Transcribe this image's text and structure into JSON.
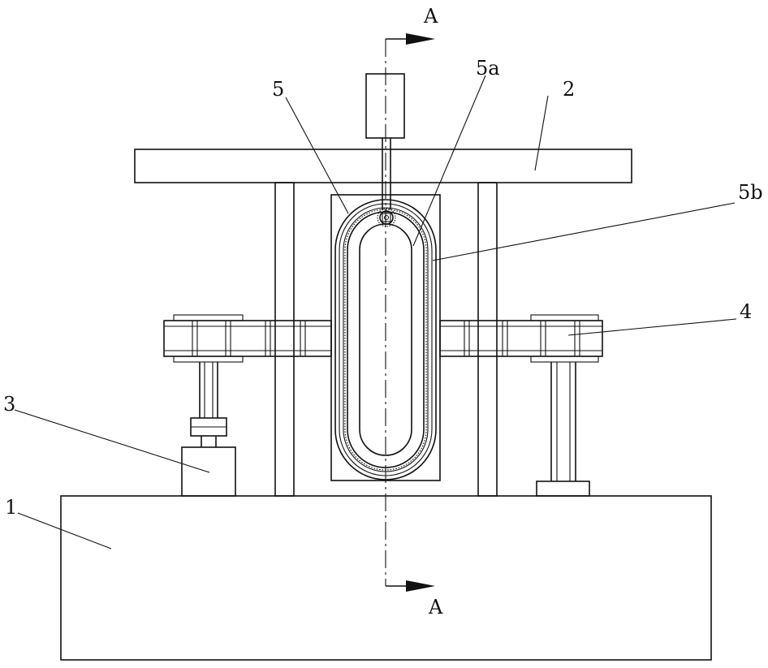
{
  "drawing": {
    "section_marker_top": "A",
    "section_marker_bottom": "A",
    "labels": {
      "part_1": "1",
      "part_2": "2",
      "part_3": "3",
      "part_4": "4",
      "part_5": "5",
      "part_5a": "5a",
      "part_5b": "5b"
    },
    "colors": {
      "line": "#111111",
      "background": "#ffffff"
    }
  }
}
